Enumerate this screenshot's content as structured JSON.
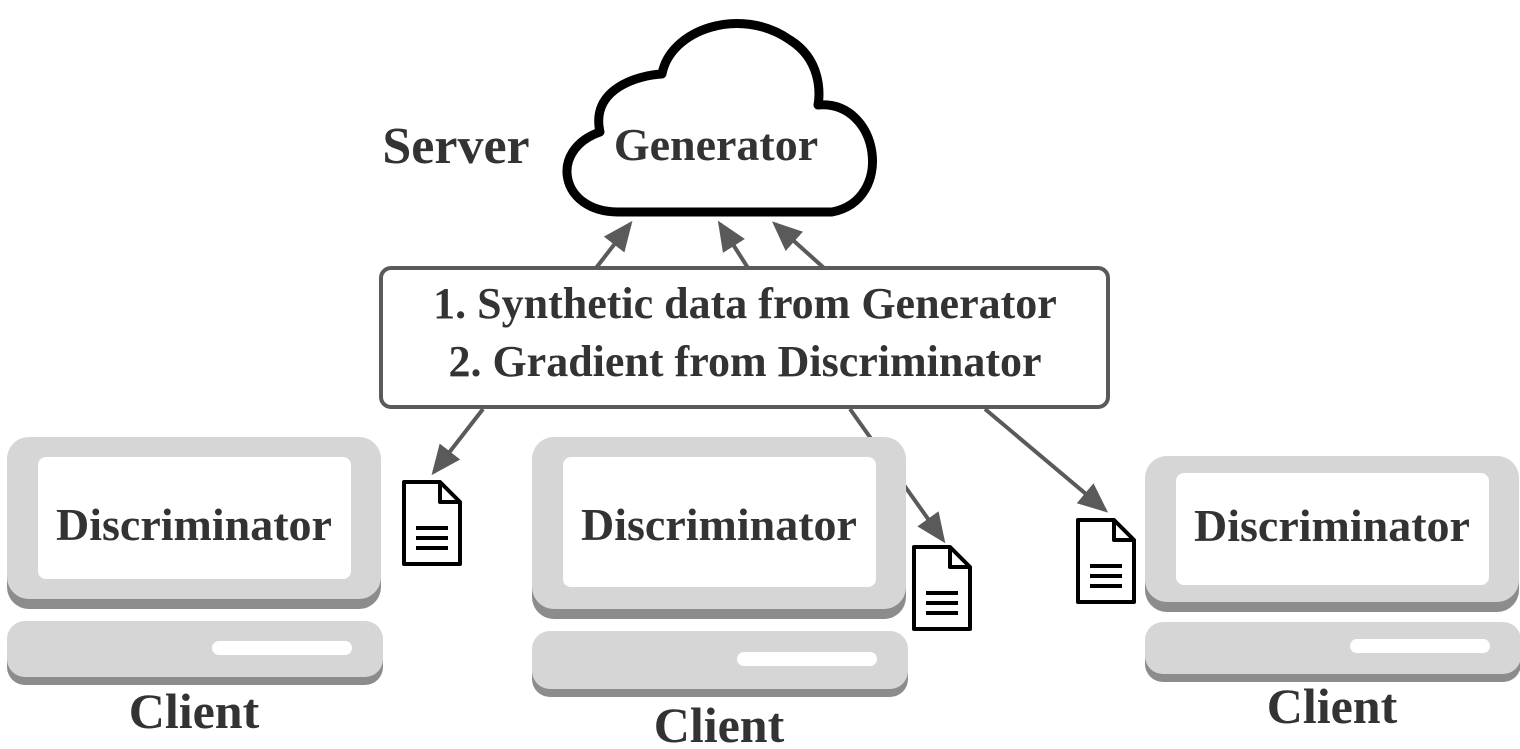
{
  "server": {
    "label": "Server",
    "generator_label": "Generator"
  },
  "message_box": {
    "line1": "1. Synthetic data from Generator",
    "line2": "2. Gradient from Discriminator"
  },
  "clients": [
    {
      "screen_label": "Discriminator",
      "label": "Client"
    },
    {
      "screen_label": "Discriminator",
      "label": "Client"
    },
    {
      "screen_label": "Discriminator",
      "label": "Client"
    }
  ],
  "colors": {
    "text": "#333333",
    "arrow": "#5a5a5a",
    "laptop_body": "#d6d6d6",
    "laptop_shadow": "#8c8c8c",
    "cloud_stroke": "#000000"
  },
  "icons": {
    "server": "cloud-icon",
    "data": "document-icon",
    "client": "laptop-icon"
  }
}
